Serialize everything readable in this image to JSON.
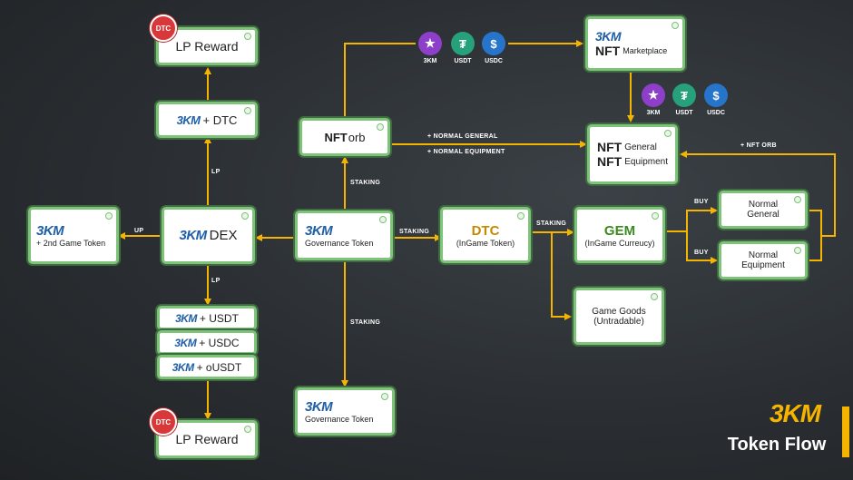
{
  "brand": "3KM",
  "footer": {
    "title": "Token Flow"
  },
  "nodes": {
    "lp_reward_top": {
      "text": "LP Reward",
      "badge": "DTC"
    },
    "km_dtc": {
      "text": "+ DTC"
    },
    "km_2nd": {
      "sub": "+ 2nd Game Token"
    },
    "dex": {
      "text": "DEX"
    },
    "lp_usdt": {
      "text": "+ USDT"
    },
    "lp_usdc": {
      "text": "+ USDC"
    },
    "lp_ousdt": {
      "text": "+ oUSDT"
    },
    "lp_reward_bottom": {
      "text": "LP Reward",
      "badge": "DTC"
    },
    "nftorb": {
      "nft": "NFT",
      "text": "orb"
    },
    "gov_main": {
      "sub": "Governance Token"
    },
    "gov_bottom": {
      "sub": "Governance Token"
    },
    "dtc": {
      "title": "DTC",
      "sub": "(InGame Token)"
    },
    "gem": {
      "title": "GEM",
      "sub": "(InGame Curreucy)"
    },
    "marketplace": {
      "nft": "NFT",
      "text": "Marketplace"
    },
    "nft_general": {
      "nft": "NFT",
      "text": "General"
    },
    "nft_equipment": {
      "nft": "NFT",
      "text": "Equipment"
    },
    "normal_general": {
      "line1": "Normal",
      "line2": "General"
    },
    "normal_equipment": {
      "line1": "Normal",
      "line2": "Equipment"
    },
    "game_goods": {
      "line1": "Game Goods",
      "line2": "(Untradable)"
    }
  },
  "labels": {
    "lp_up": "LP",
    "lp_down": "LP",
    "up": "UP",
    "staking_up": "STAKING",
    "staking_right": "STAKING",
    "staking_down": "STAKING",
    "staking_gem": "STAKING",
    "normal_general": "+ NORMAL GENERAL",
    "normal_equipment": "+ NORMAL EQUIPMENT",
    "buy_top": "BUY",
    "buy_bottom": "BUY",
    "nft_orb": "+ NFT ORB"
  },
  "coins": {
    "top": [
      {
        "label": "3KM",
        "icon": "3km-coin-icon",
        "color": "#8e3fc9"
      },
      {
        "label": "USDT",
        "icon": "tether-icon",
        "color": "#26a17b"
      },
      {
        "label": "USDC",
        "icon": "usdc-icon",
        "color": "#2775ca"
      }
    ],
    "mid": [
      {
        "label": "3KM",
        "icon": "3km-coin-icon",
        "color": "#8e3fc9"
      },
      {
        "label": "USDT",
        "icon": "tether-icon",
        "color": "#26a17b"
      },
      {
        "label": "USDC",
        "icon": "usdc-icon",
        "color": "#2775ca"
      }
    ]
  },
  "colors": {
    "arrow": "#f5b400",
    "node_border": "#7fc27a",
    "brand_blue": "#1f5fa8",
    "dtc_text": "#c58a00",
    "gem_text": "#3a8a1f"
  }
}
